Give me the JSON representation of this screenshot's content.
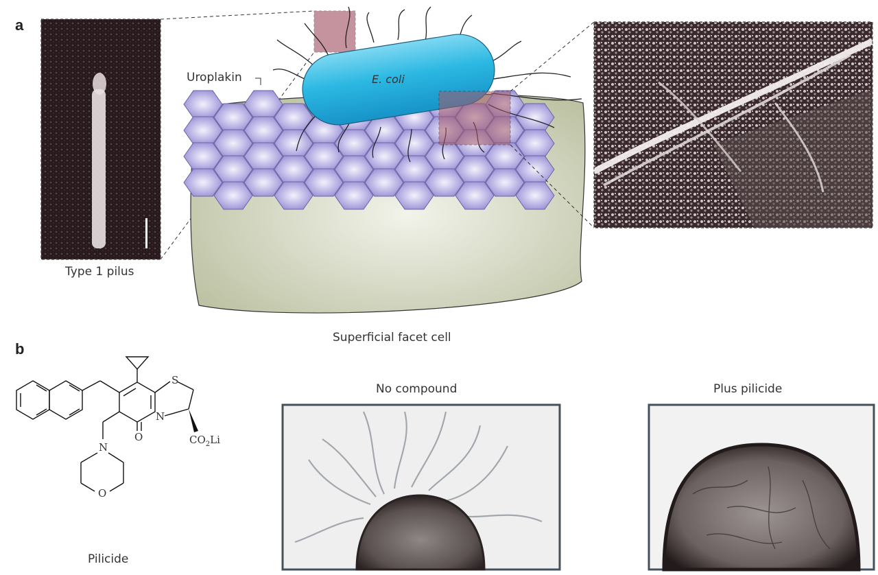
{
  "panels": {
    "a": {
      "letter": "a"
    },
    "b": {
      "letter": "b"
    }
  },
  "panel_a": {
    "inset_left_caption": "Type 1 pilus",
    "uroplakin_label": "Uroplakin",
    "bacterium_label": "E. coli",
    "cell_caption": "Superficial facet cell",
    "colors": {
      "cell_body": "#c9cdb3",
      "uroplakin": "#a9a3dc",
      "bacterium": "#1fb3dd",
      "highlight_box": "#a55a6a"
    }
  },
  "panel_b": {
    "compound_name": "Pilicide",
    "atoms": {
      "S": "S",
      "N_ring": "N",
      "N_morpholine": "N",
      "O_morpholine": "O",
      "O_carbonyl": "O",
      "carboxylate_prefix": "CO",
      "carboxylate_sub": "2",
      "carboxylate_suffix": "Li"
    },
    "image_middle_title": "No compound",
    "image_right_title": "Plus pilicide"
  }
}
